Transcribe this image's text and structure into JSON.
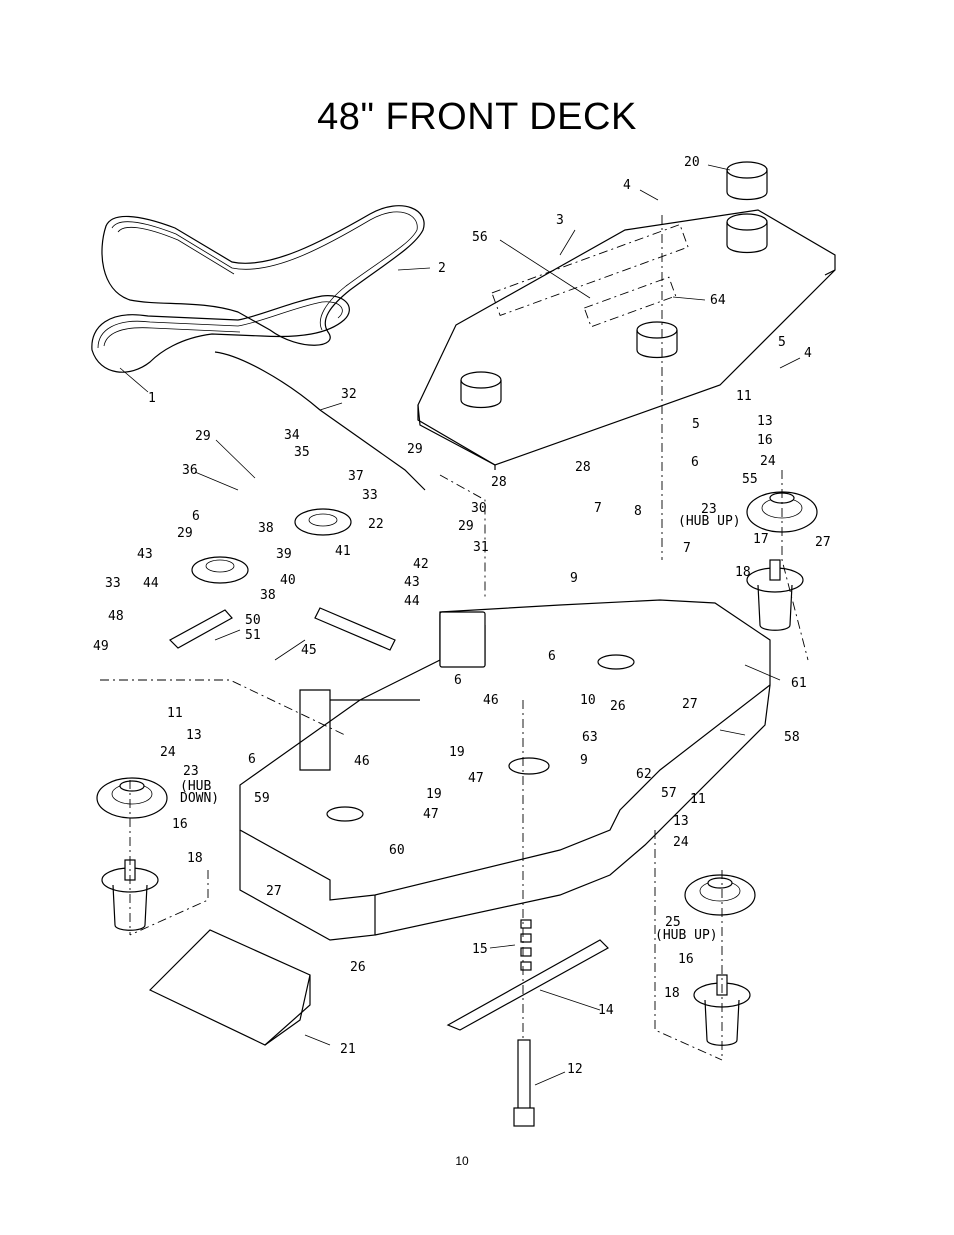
{
  "page": {
    "title": "48\" FRONT DECK",
    "page_number": "10"
  },
  "labels": [
    {
      "id": "l1",
      "text": "1"
    },
    {
      "id": "l2",
      "text": "2"
    },
    {
      "id": "l3",
      "text": "3"
    },
    {
      "id": "l4a",
      "text": "4"
    },
    {
      "id": "l4b",
      "text": "4"
    },
    {
      "id": "l5a",
      "text": "5"
    },
    {
      "id": "l5b",
      "text": "5"
    },
    {
      "id": "l6a",
      "text": "6"
    },
    {
      "id": "l6b",
      "text": "6"
    },
    {
      "id": "l6c",
      "text": "6"
    },
    {
      "id": "l6d",
      "text": "6"
    },
    {
      "id": "l6e",
      "text": "6"
    },
    {
      "id": "l7a",
      "text": "7"
    },
    {
      "id": "l7b",
      "text": "7"
    },
    {
      "id": "l8",
      "text": "8"
    },
    {
      "id": "l9a",
      "text": "9"
    },
    {
      "id": "l9b",
      "text": "9"
    },
    {
      "id": "l10",
      "text": "10"
    },
    {
      "id": "l11a",
      "text": "11"
    },
    {
      "id": "l11b",
      "text": "11"
    },
    {
      "id": "l11c",
      "text": "11"
    },
    {
      "id": "l12",
      "text": "12"
    },
    {
      "id": "l13a",
      "text": "13"
    },
    {
      "id": "l13b",
      "text": "13"
    },
    {
      "id": "l13c",
      "text": "13"
    },
    {
      "id": "l14",
      "text": "14"
    },
    {
      "id": "l15",
      "text": "15"
    },
    {
      "id": "l16a",
      "text": "16"
    },
    {
      "id": "l16b",
      "text": "16"
    },
    {
      "id": "l16c",
      "text": "16"
    },
    {
      "id": "l17",
      "text": "17"
    },
    {
      "id": "l18a",
      "text": "18"
    },
    {
      "id": "l18b",
      "text": "18"
    },
    {
      "id": "l18c",
      "text": "18"
    },
    {
      "id": "l19a",
      "text": "19"
    },
    {
      "id": "l19b",
      "text": "19"
    },
    {
      "id": "l20",
      "text": "20"
    },
    {
      "id": "l21",
      "text": "21"
    },
    {
      "id": "l22",
      "text": "22"
    },
    {
      "id": "l23a",
      "text": "23"
    },
    {
      "id": "l23b",
      "text": "23"
    },
    {
      "id": "l24a",
      "text": "24"
    },
    {
      "id": "l24b",
      "text": "24"
    },
    {
      "id": "l24c",
      "text": "24"
    },
    {
      "id": "l25",
      "text": "25"
    },
    {
      "id": "l26a",
      "text": "26"
    },
    {
      "id": "l26b",
      "text": "26"
    },
    {
      "id": "l27a",
      "text": "27"
    },
    {
      "id": "l27b",
      "text": "27"
    },
    {
      "id": "l27c",
      "text": "27"
    },
    {
      "id": "l28a",
      "text": "28"
    },
    {
      "id": "l28b",
      "text": "28"
    },
    {
      "id": "l29a",
      "text": "29"
    },
    {
      "id": "l29b",
      "text": "29"
    },
    {
      "id": "l29c",
      "text": "29"
    },
    {
      "id": "l29d",
      "text": "29"
    },
    {
      "id": "l30",
      "text": "30"
    },
    {
      "id": "l31",
      "text": "31"
    },
    {
      "id": "l32",
      "text": "32"
    },
    {
      "id": "l33a",
      "text": "33"
    },
    {
      "id": "l33b",
      "text": "33"
    },
    {
      "id": "l34",
      "text": "34"
    },
    {
      "id": "l35",
      "text": "35"
    },
    {
      "id": "l36",
      "text": "36"
    },
    {
      "id": "l37",
      "text": "37"
    },
    {
      "id": "l38a",
      "text": "38"
    },
    {
      "id": "l38b",
      "text": "38"
    },
    {
      "id": "l39",
      "text": "39"
    },
    {
      "id": "l40",
      "text": "40"
    },
    {
      "id": "l41",
      "text": "41"
    },
    {
      "id": "l42",
      "text": "42"
    },
    {
      "id": "l43a",
      "text": "43"
    },
    {
      "id": "l43b",
      "text": "43"
    },
    {
      "id": "l44a",
      "text": "44"
    },
    {
      "id": "l44b",
      "text": "44"
    },
    {
      "id": "l45",
      "text": "45"
    },
    {
      "id": "l46a",
      "text": "46"
    },
    {
      "id": "l46b",
      "text": "46"
    },
    {
      "id": "l47a",
      "text": "47"
    },
    {
      "id": "l47b",
      "text": "47"
    },
    {
      "id": "l48",
      "text": "48"
    },
    {
      "id": "l49",
      "text": "49"
    },
    {
      "id": "l50",
      "text": "50"
    },
    {
      "id": "l51",
      "text": "51"
    },
    {
      "id": "l55",
      "text": "55"
    },
    {
      "id": "l56",
      "text": "56"
    },
    {
      "id": "l57",
      "text": "57"
    },
    {
      "id": "l58",
      "text": "58"
    },
    {
      "id": "l59",
      "text": "59"
    },
    {
      "id": "l60",
      "text": "60"
    },
    {
      "id": "l61",
      "text": "61"
    },
    {
      "id": "l62",
      "text": "62"
    },
    {
      "id": "l63",
      "text": "63"
    },
    {
      "id": "l64",
      "text": "64"
    }
  ],
  "notes": [
    {
      "id": "hub_up_1",
      "text": "(HUB UP)"
    },
    {
      "id": "hub_down_a",
      "text": "(HUB"
    },
    {
      "id": "hub_down_b",
      "text": "DOWN)"
    },
    {
      "id": "hub_up_2",
      "text": "(HUB UP)"
    }
  ]
}
